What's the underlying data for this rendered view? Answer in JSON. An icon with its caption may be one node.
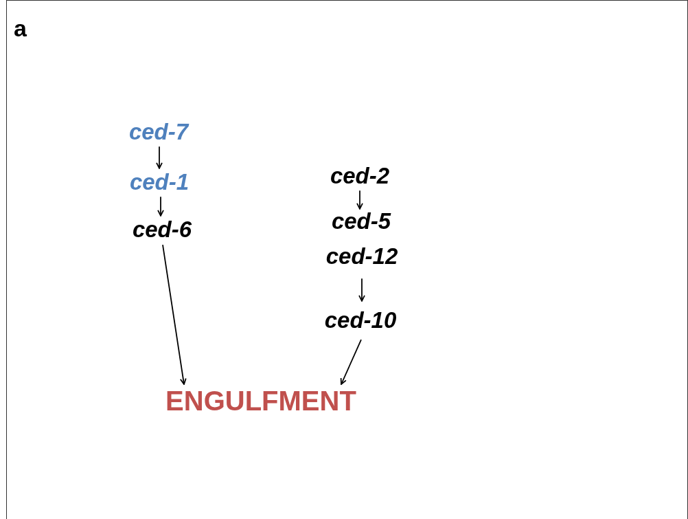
{
  "diagram": {
    "nodes": [
      {
        "text": [
          "ced-7"
        ]
      },
      {
        "text": [
          "ced-1"
        ]
      },
      {
        "text": [
          "ced-6"
        ]
      },
      {
        "text": [
          "ced-2"
        ]
      },
      {
        "text": [
          "ced-5"
        ]
      },
      {
        "text": [
          "ced-12"
        ]
      },
      {
        "text": [
          "ced-10"
        ]
      },
      {
        "text": [
          "ENGULFMENT"
        ]
      }
    ],
    "edges": [
      {
        "from": 0,
        "to": 1,
        "arrow": "to"
      },
      {
        "from": 1,
        "to": 2,
        "arrow": "to"
      },
      {
        "from": 2,
        "to": 7,
        "arrow": "to"
      },
      {
        "from": 3,
        "to": 4,
        "arrow": "to"
      },
      {
        "from": 5,
        "to": 6,
        "arrow": "to"
      },
      {
        "from": 6,
        "to": 7,
        "arrow": "to"
      }
    ],
    "labels": [
      "a"
    ]
  }
}
